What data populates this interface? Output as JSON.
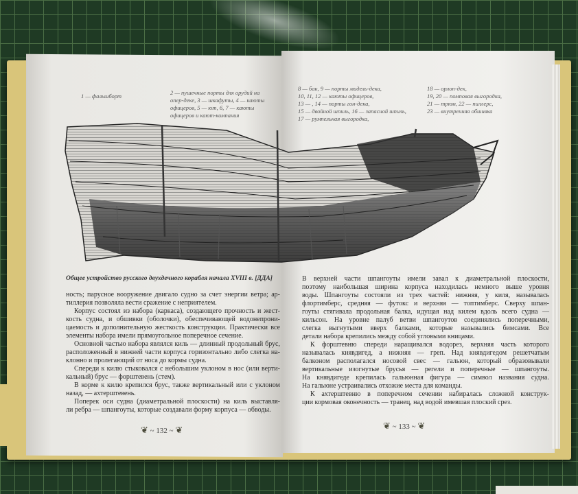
{
  "figure": {
    "labels_left": [
      "1 — фальшборт"
    ],
    "labels_mid": [
      "2 — пушечные порты для орудий на",
      "опер-деке, 3 — шкафуты, 4 — каюты",
      "офицеров, 5 — ют, 6, 7 — каюты",
      "офицеров и кают-компания"
    ],
    "labels_right1": [
      "8 — бак, 9 — порты мидель-дека,",
      "10, 11, 12 — каюты офицеров,",
      "13 — , 14 — порты гон-дека,",
      "15 — двойной шпиль, 16 — запасной шпиль,",
      "17 — румпельная выгородка,"
    ],
    "labels_right2": [
      "18 — орлоп-дек,",
      "19, 20 — помповая выгородка,",
      "21 — трюм, 22 — пиллерс,",
      "23 — внутренняя обшивка"
    ],
    "caption": "Общее устройство русского двухдечного корабля начала XVIII в. [ДДА]"
  },
  "left_page": {
    "lines": [
      "ность; парусное вооружение двигало судно за счет энергии ветра; ар-",
      "тиллерия позволяла вести сражение с неприятелем.",
      "Корпус состоял из набора (каркаса), создающего прочность и жест-",
      "кость судна, и обшивки (оболочки), обеспечивающей водонепрони-",
      "цаемость и дополнительную жесткость конструкции. Практически все",
      "элементы набора имели прямоугольное поперечное сечение.",
      "Основной частью набора являлся киль — длинный продольный брус,",
      "расположенный в нижней части корпуса горизонтально либо слегка на-",
      "клонно и пролегающий от носа до кормы судна.",
      "Спереди к килю стыковался с небольшим уклоном в нос (или верти-",
      "кальный) брус — форштевень (стем).",
      "В корме к килю крепился брус, также вертикальный или с уклоном",
      "назад, — ахтерштевень.",
      "Поперек оси судна (диаметральной плоскости) на киль выставля-",
      "ли ребра — шпангоуты, которые создавали форму корпуса — обводы."
    ],
    "page_number": "~ 132 ~"
  },
  "right_page": {
    "lines": [
      "В верхней части шпангоуты имели завал к диаметральной плоскости,",
      "поэтому наибольшая ширина корпуса находилась немного выше уровня",
      "воды. Шпангоуты состояли из трех частей: нижняя, у киля, называлась",
      "флортимберс, средняя — футокс и верхняя — топтимберс. Сверху шпан-",
      "гоуты стягивала продольная балка, идущая над килем вдоль всего судна —",
      "кильсон. На уровне палуб ветви шпангоутов соединялись поперечными,",
      "слегка выгнутыми вверх балками, которые назывались бимсами. Все",
      "детали набора крепились между собой угловыми кницами.",
      "К форштевню спереди наращивался водорез, верхняя часть которого",
      "называлась княвдигед, а нижняя — греп. Над княвдигедом решетчатым",
      "балконом располагался носовой свес — гальюн, который образовывали",
      "вертикальные изогнутые брусья — регели и поперечные — шпангоуты.",
      "На княвдигеде крепилась гальюнная фигура — символ названия судна.",
      "На гальюне устраивались отхожие места для команды.",
      "К ахтерштевню в поперечном сечении набиралась сложной конструк-",
      "ции кормовая оконечность — транец, над водой имевшая плоский срез."
    ],
    "page_number": "~ 133 ~"
  }
}
